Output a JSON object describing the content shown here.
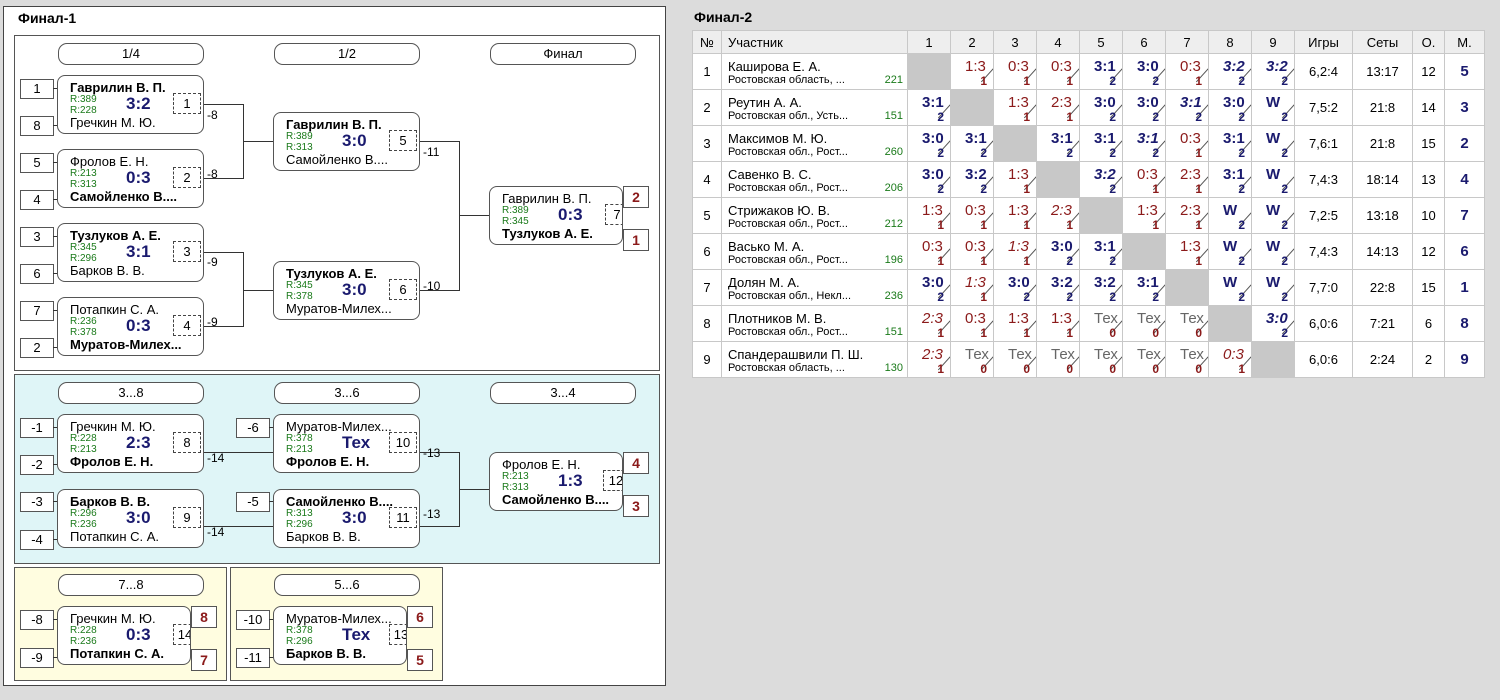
{
  "final1": {
    "title": "Финал-1",
    "rounds_main": [
      "1/4",
      "1/2",
      "Финал"
    ],
    "rounds_cons": [
      "3...8",
      "3...6",
      "3...4"
    ],
    "rounds_78": "7...8",
    "rounds_56": "5...6",
    "matches": {
      "q1": {
        "p1": "Гаврилин В. П.",
        "p2": "Гречкин М. Ю.",
        "r1": "R:389",
        "r2": "R:228",
        "score": "3:2",
        "num": "1"
      },
      "q2": {
        "p1": "Фролов Е. Н.",
        "p2": "Самойленко В....",
        "r1": "R:213",
        "r2": "R:313",
        "score": "0:3",
        "num": "2"
      },
      "q3": {
        "p1": "Тузлуков А. Е.",
        "p2": "Барков В. В.",
        "r1": "R:345",
        "r2": "R:296",
        "score": "3:1",
        "num": "3"
      },
      "q4": {
        "p1": "Потапкин С. А.",
        "p2": "Муратов-Милех...",
        "r1": "R:236",
        "r2": "R:378",
        "score": "0:3",
        "num": "4"
      },
      "s1": {
        "p1": "Гаврилин В. П.",
        "p2": "Самойленко В....",
        "r1": "R:389",
        "r2": "R:313",
        "score": "3:0",
        "num": "5"
      },
      "s2": {
        "p1": "Тузлуков А. Е.",
        "p2": "Муратов-Милех...",
        "r1": "R:345",
        "r2": "R:378",
        "score": "3:0",
        "num": "6"
      },
      "f": {
        "p1": "Гаврилин В. П.",
        "p2": "Тузлуков А. Е.",
        "r1": "R:389",
        "r2": "R:345",
        "score": "0:3",
        "num": "7"
      },
      "c1": {
        "p1": "Гречкин М. Ю.",
        "p2": "Фролов Е. Н.",
        "r1": "R:228",
        "r2": "R:213",
        "score": "2:3",
        "num": "8"
      },
      "c2": {
        "p1": "Барков В. В.",
        "p2": "Потапкин С. А.",
        "r1": "R:296",
        "r2": "R:236",
        "score": "3:0",
        "num": "9"
      },
      "c3": {
        "p1": "Муратов-Милех...",
        "p2": "Фролов Е. Н.",
        "r1": "R:378",
        "r2": "R:213",
        "score": "Тех",
        "num": "10"
      },
      "c4": {
        "p1": "Самойленко В....",
        "p2": "Барков В. В.",
        "r1": "R:313",
        "r2": "R:296",
        "score": "3:0",
        "num": "11"
      },
      "c5": {
        "p1": "Фролов Е. Н.",
        "p2": "Самойленко В....",
        "r1": "R:213",
        "r2": "R:313",
        "score": "1:3",
        "num": "12"
      },
      "c6": {
        "p1": "Гречкин М. Ю.",
        "p2": "Потапкин С. А.",
        "r1": "R:228",
        "r2": "R:236",
        "score": "0:3",
        "num": "14"
      },
      "c7": {
        "p1": "Муратов-Милех...",
        "p2": "Барков В. В.",
        "r1": "R:378",
        "r2": "R:296",
        "score": "Тех",
        "num": "13"
      }
    },
    "seeds": [
      "1",
      "8",
      "5",
      "4",
      "3",
      "6",
      "7",
      "2",
      "-1",
      "-2",
      "-3",
      "-4",
      "-6",
      "-5",
      "-8",
      "-9",
      "-10",
      "-11"
    ],
    "links": [
      "-8",
      "-8",
      "-9",
      "-9",
      "-11",
      "-10",
      "-14",
      "-14",
      "-13",
      "-13"
    ],
    "ranks": [
      "2",
      "1",
      "4",
      "3",
      "8",
      "7",
      "6",
      "5"
    ]
  },
  "final2": {
    "title": "Финал-2",
    "headers": [
      "№",
      "Участник",
      "1",
      "2",
      "3",
      "4",
      "5",
      "6",
      "7",
      "8",
      "9",
      "Игры",
      "Сеты",
      "О.",
      "М."
    ],
    "rows": [
      {
        "n": "1",
        "name": "Каширова Е. А.",
        "region": "Ростовская область, ...",
        "rating": "221",
        "cells": [
          null,
          [
            "1:3",
            "1",
            "loss"
          ],
          [
            "0:3",
            "1",
            "loss"
          ],
          [
            "0:3",
            "1",
            "loss"
          ],
          [
            "3:1",
            "2",
            "win"
          ],
          [
            "3:0",
            "2",
            "win"
          ],
          [
            "0:3",
            "1",
            "loss"
          ],
          [
            "3:2",
            "2",
            "win it"
          ],
          [
            "3:2",
            "2",
            "win it"
          ]
        ],
        "games": "6,2:4",
        "sets": "13:17",
        "pts": "12",
        "place": "5"
      },
      {
        "n": "2",
        "name": "Реутин А. А.",
        "region": "Ростовская обл., Усть...",
        "rating": "151",
        "cells": [
          [
            "3:1",
            "2",
            "win"
          ],
          null,
          [
            "1:3",
            "1",
            "loss"
          ],
          [
            "2:3",
            "1",
            "loss"
          ],
          [
            "3:0",
            "2",
            "win"
          ],
          [
            "3:0",
            "2",
            "win"
          ],
          [
            "3:1",
            "2",
            "win it"
          ],
          [
            "3:0",
            "2",
            "win"
          ],
          [
            "W",
            "2",
            "win"
          ]
        ],
        "games": "7,5:2",
        "sets": "21:8",
        "pts": "14",
        "place": "3"
      },
      {
        "n": "3",
        "name": "Максимов М. Ю.",
        "region": "Ростовская обл., Рост...",
        "rating": "260",
        "cells": [
          [
            "3:0",
            "2",
            "win"
          ],
          [
            "3:1",
            "2",
            "win"
          ],
          null,
          [
            "3:1",
            "2",
            "win"
          ],
          [
            "3:1",
            "2",
            "win"
          ],
          [
            "3:1",
            "2",
            "win it"
          ],
          [
            "0:3",
            "1",
            "loss"
          ],
          [
            "3:1",
            "2",
            "win"
          ],
          [
            "W",
            "2",
            "win"
          ]
        ],
        "games": "7,6:1",
        "sets": "21:8",
        "pts": "15",
        "place": "2"
      },
      {
        "n": "4",
        "name": "Савенко В. С.",
        "region": "Ростовская обл., Рост...",
        "rating": "206",
        "cells": [
          [
            "3:0",
            "2",
            "win"
          ],
          [
            "3:2",
            "2",
            "win"
          ],
          [
            "1:3",
            "1",
            "loss"
          ],
          null,
          [
            "3:2",
            "2",
            "win it"
          ],
          [
            "0:3",
            "1",
            "loss"
          ],
          [
            "2:3",
            "1",
            "loss"
          ],
          [
            "3:1",
            "2",
            "win"
          ],
          [
            "W",
            "2",
            "win"
          ]
        ],
        "games": "7,4:3",
        "sets": "18:14",
        "pts": "13",
        "place": "4"
      },
      {
        "n": "5",
        "name": "Стрижаков Ю. В.",
        "region": "Ростовская обл., Рост...",
        "rating": "212",
        "cells": [
          [
            "1:3",
            "1",
            "loss"
          ],
          [
            "0:3",
            "1",
            "loss"
          ],
          [
            "1:3",
            "1",
            "loss"
          ],
          [
            "2:3",
            "1",
            "loss it"
          ],
          null,
          [
            "1:3",
            "1",
            "loss"
          ],
          [
            "2:3",
            "1",
            "loss"
          ],
          [
            "W",
            "2",
            "win"
          ],
          [
            "W",
            "2",
            "win"
          ]
        ],
        "games": "7,2:5",
        "sets": "13:18",
        "pts": "10",
        "place": "7"
      },
      {
        "n": "6",
        "name": "Васько М. А.",
        "region": "Ростовская обл., Рост...",
        "rating": "196",
        "cells": [
          [
            "0:3",
            "1",
            "loss"
          ],
          [
            "0:3",
            "1",
            "loss"
          ],
          [
            "1:3",
            "1",
            "loss it"
          ],
          [
            "3:0",
            "2",
            "win"
          ],
          [
            "3:1",
            "2",
            "win"
          ],
          null,
          [
            "1:3",
            "1",
            "loss"
          ],
          [
            "W",
            "2",
            "win"
          ],
          [
            "W",
            "2",
            "win"
          ]
        ],
        "games": "7,4:3",
        "sets": "14:13",
        "pts": "12",
        "place": "6"
      },
      {
        "n": "7",
        "name": "Долян М. А.",
        "region": "Ростовская обл., Некл...",
        "rating": "236",
        "cells": [
          [
            "3:0",
            "2",
            "win"
          ],
          [
            "1:3",
            "1",
            "loss it"
          ],
          [
            "3:0",
            "2",
            "win"
          ],
          [
            "3:2",
            "2",
            "win"
          ],
          [
            "3:2",
            "2",
            "win"
          ],
          [
            "3:1",
            "2",
            "win"
          ],
          null,
          [
            "W",
            "2",
            "win"
          ],
          [
            "W",
            "2",
            "win"
          ]
        ],
        "games": "7,7:0",
        "sets": "22:8",
        "pts": "15",
        "place": "1"
      },
      {
        "n": "8",
        "name": "Плотников М. В.",
        "region": "Ростовская обл., Рост...",
        "rating": "151",
        "cells": [
          [
            "2:3",
            "1",
            "loss it"
          ],
          [
            "0:3",
            "1",
            "loss"
          ],
          [
            "1:3",
            "1",
            "loss"
          ],
          [
            "1:3",
            "1",
            "loss"
          ],
          [
            "Тех",
            "0",
            "tex"
          ],
          [
            "Тех",
            "0",
            "tex"
          ],
          [
            "Тех",
            "0",
            "tex"
          ],
          null,
          [
            "3:0",
            "2",
            "win it"
          ]
        ],
        "games": "6,0:6",
        "sets": "7:21",
        "pts": "6",
        "place": "8"
      },
      {
        "n": "9",
        "name": "Спандерашвили П. Ш.",
        "region": "Ростовская область, ...",
        "rating": "130",
        "cells": [
          [
            "2:3",
            "1",
            "loss it"
          ],
          [
            "Тех",
            "0",
            "tex"
          ],
          [
            "Тех",
            "0",
            "tex"
          ],
          [
            "Тех",
            "0",
            "tex"
          ],
          [
            "Тех",
            "0",
            "tex"
          ],
          [
            "Тех",
            "0",
            "tex"
          ],
          [
            "Тех",
            "0",
            "tex"
          ],
          [
            "0:3",
            "1",
            "loss it"
          ],
          null
        ],
        "games": "6,0:6",
        "sets": "2:24",
        "pts": "2",
        "place": "9"
      }
    ]
  }
}
